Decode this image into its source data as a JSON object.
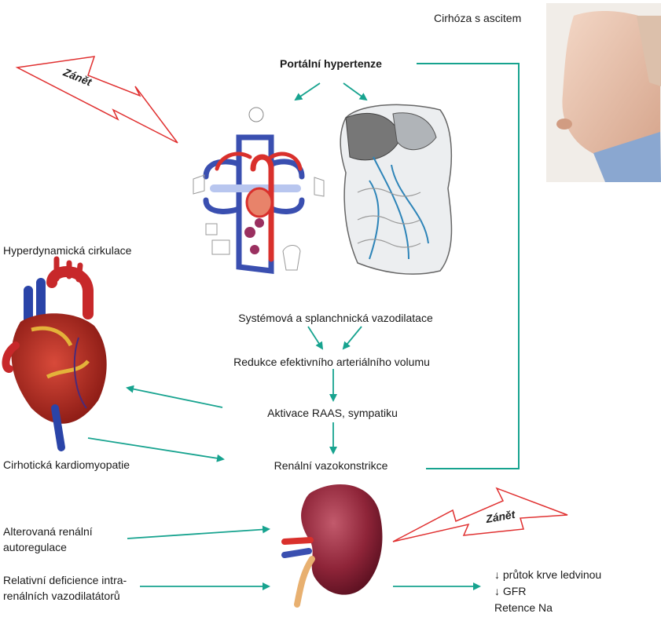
{
  "labels": {
    "portal": "Portální hypertenze",
    "ascites": "Cirhóza s ascitem",
    "hyperdynamic": "Hyperdynamická cirkulace",
    "vasodilation": "Systémová a splanchnická vazodilatace",
    "volume": "Redukce efektivního arteriálního volumu",
    "raas": "Aktivace RAAS, sympatiku",
    "renal_vasoconstriction": "Renální vazokonstrikce",
    "cardiomyopathy": "Cirhotická kardiomyopatie",
    "autoreg_1": "Alterovaná renální",
    "autoreg_2": "autoregulace",
    "deficiency_1": "Relativní deficience intra-",
    "deficiency_2": "renálních vazodilatátorů",
    "outcome_1": "↓ průtok krve ledvinou",
    "outcome_2": "↓ GFR",
    "outcome_3": "Retence Na",
    "inflammation_top": "Zánět",
    "inflammation_bottom": "Zánět"
  },
  "colors": {
    "arrow": "#17a38f",
    "bolt": "#e03030",
    "artery": "#d9302c",
    "vein": "#3a4fb0",
    "kidney": "#8e2438",
    "heart": "#b52a22"
  },
  "icons": [
    "circulation-schematic",
    "gi-tract-illustration",
    "abdomen-photo",
    "heart-illustration",
    "kidney-illustration",
    "lightning-bolt-icon"
  ]
}
